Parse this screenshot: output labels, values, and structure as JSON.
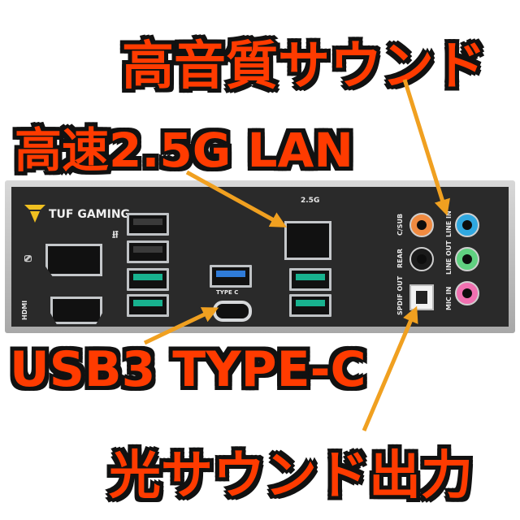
{
  "callouts": {
    "audio": "高音質サウンド",
    "lan": "高速2.5G LAN",
    "usbc": "USB3 TYPE-C",
    "optical": "光サウンド出力"
  },
  "panel": {
    "brand": "TUF GAMING",
    "hdmi_label": "HDMI",
    "lan_label": "2.5G",
    "typec_label": "TYPE C",
    "csub_label": "C/SUB",
    "rear_label": "REAR",
    "spdif_label": "SPDIF OUT",
    "linein_label": "LINE IN",
    "lineout_label": "LINE OUT",
    "micin_label": "MIC IN"
  },
  "colors": {
    "callout_text": "#ff3b00",
    "callout_outline": "#111111",
    "arrow": "#f0a020",
    "usb32_teal": "#18b28f",
    "usb_blue": "#2f7bd8",
    "jack_orange": "#f08a40",
    "jack_blue": "#30a8e0",
    "jack_green": "#60d080",
    "jack_pink": "#f070b0"
  }
}
